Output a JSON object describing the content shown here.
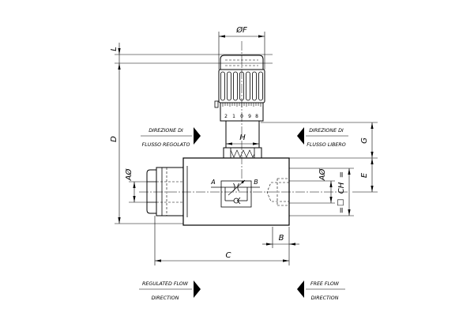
{
  "dimension_labels": {
    "diameter_f": "ØF",
    "l": "L",
    "d": "D",
    "h": "H",
    "g": "G",
    "e": "E",
    "a_left": "AØ",
    "a_right": "AØ",
    "ch": "CH",
    "square": "□",
    "equal": "=",
    "b": "B",
    "c": "C"
  },
  "valve_symbol": {
    "port_a": "A",
    "port_b": "B"
  },
  "knob_scale": [
    "2",
    "1",
    "0",
    "9",
    "8"
  ],
  "flow_labels": {
    "it_regulated": {
      "line1": "DIREZIONE DI",
      "line2": "FLUSSO REGOLATO"
    },
    "it_free": {
      "line1": "DIREZIONE DI",
      "line2": "FLUSSO LIBERO"
    },
    "en_regulated": {
      "line1": "REGULATED FLOW",
      "line2": "DIRECTION"
    },
    "en_free": {
      "line1": "FREE FLOW",
      "line2": "DIRECTION"
    }
  }
}
